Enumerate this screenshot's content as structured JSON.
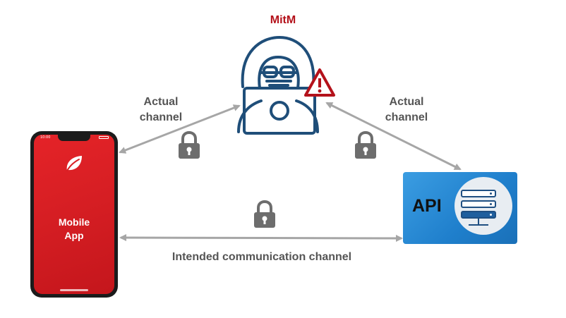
{
  "mitm": {
    "title": "MitM"
  },
  "labels": {
    "actual_left": "Actual\nchannel",
    "actual_right": "Actual\nchannel",
    "intended": "Intended communication channel"
  },
  "mobile": {
    "label": "Mobile\nApp",
    "time": "10:00"
  },
  "api": {
    "label": "API"
  },
  "icons": {
    "hacker": "hacker-with-laptop-icon",
    "warning": "warning-triangle-icon",
    "leaf": "leaf-logo-icon",
    "server": "server-rack-icon",
    "lock": "padlock-icon"
  },
  "colors": {
    "mitm_red": "#b4121b",
    "hacker_blue": "#1f4e79",
    "arrow_gray": "#a6a6a6",
    "lock_gray": "#6d6d6d",
    "phone_red": "#dc1f24",
    "api_blue": "#2a8ad6"
  }
}
